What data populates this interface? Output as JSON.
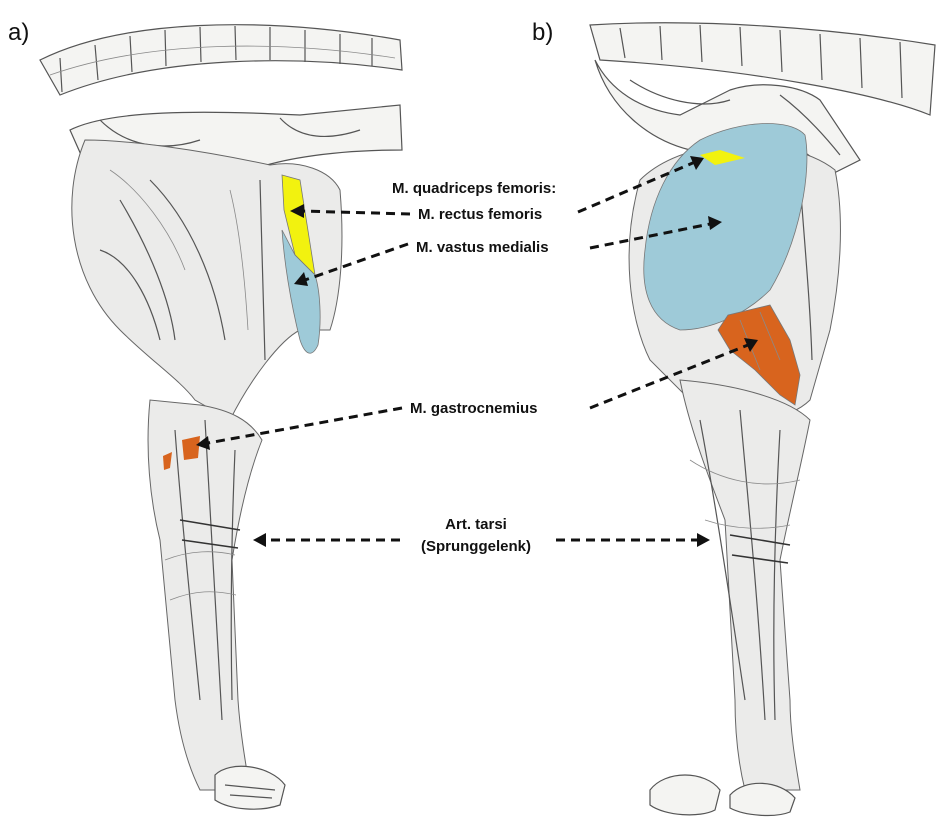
{
  "panels": {
    "a": "a)",
    "b": "b)"
  },
  "labels": {
    "quadriceps": "M. quadriceps femoris:",
    "rectus": "M. rectus femoris",
    "vastus": "M. vastus medialis",
    "gastrocnemius": "M. gastrocnemius",
    "tarsi_line1": "Art. tarsi",
    "tarsi_line2": "(Sprunggelenk)"
  },
  "colors": {
    "rectus_femoris": "#f2f20f",
    "vastus_medialis": "#9ecad8",
    "gastrocnemius": "#d8641e"
  }
}
